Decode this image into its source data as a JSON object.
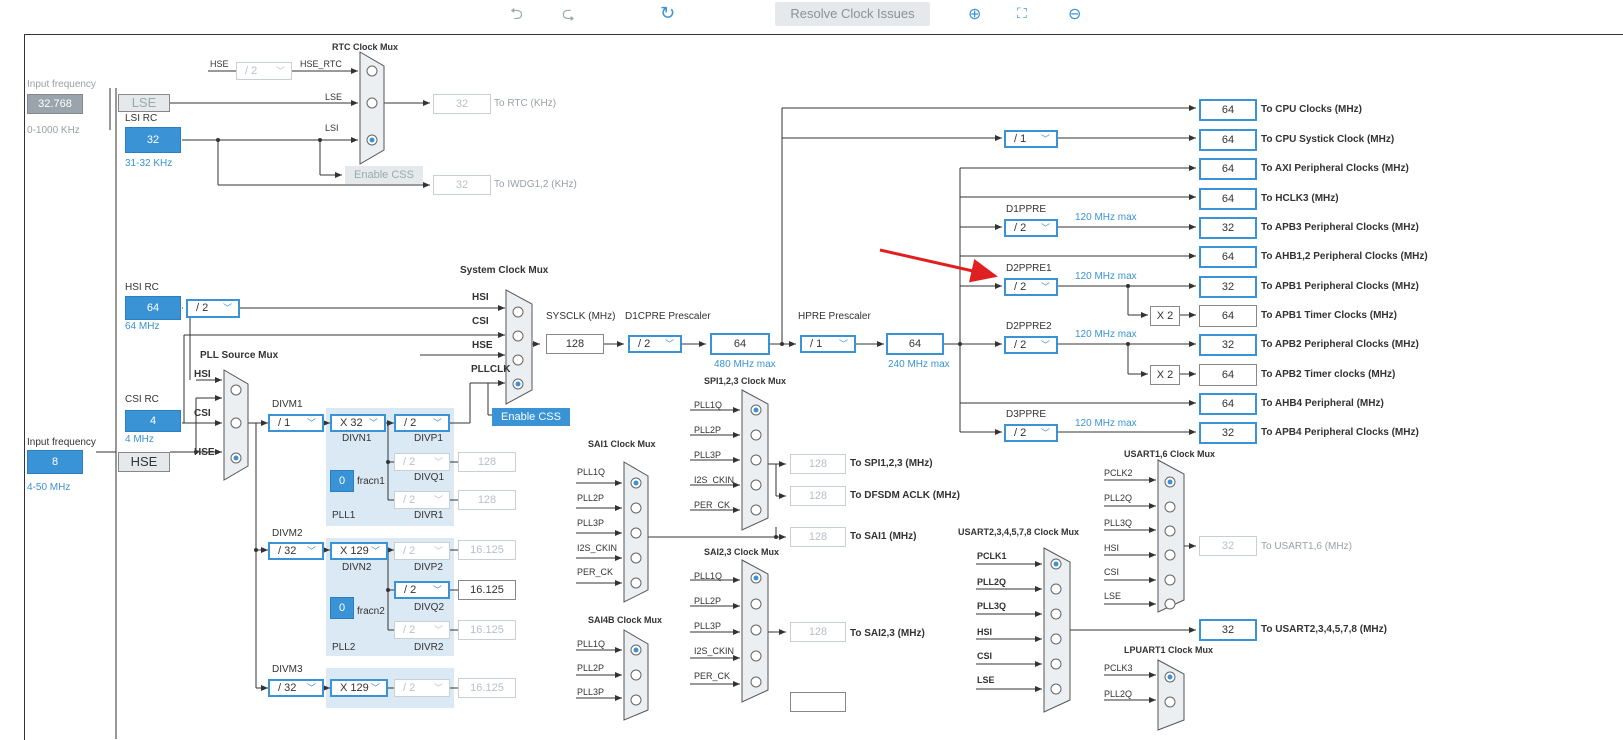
{
  "toolbar": {
    "undo_icon": "undo-icon",
    "redo_icon": "redo-icon",
    "refresh_icon": "refresh-icon",
    "resolve_label": "Resolve Clock Issues",
    "zoom_in_icon": "zoom-in-icon",
    "fit_icon": "fit-icon",
    "zoom_out_icon": "zoom-out-icon"
  },
  "colors": {
    "accent": "#3a93d4",
    "line": "#333333",
    "arrow": "#e02020",
    "pll_bg": "#dbe9f5"
  },
  "sources": {
    "input_freq_label": "Input frequency",
    "lse_freq": "32.768",
    "lse_range": "0-1000 KHz",
    "lse_label": "LSE",
    "lsi_label": "LSI RC",
    "lsi_value": "32",
    "lsi_range": "31-32 KHz",
    "hsi_label": "HSI RC",
    "hsi_value": "64",
    "hsi_range": "64 MHz",
    "hsi_div": "/ 2",
    "csi_label": "CSI RC",
    "csi_value": "4",
    "csi_range": "4 MHz",
    "hse_input_label": "Input frequency",
    "hse_freq": "8",
    "hse_range": "4-50 MHz",
    "hse_label": "HSE"
  },
  "rtc": {
    "title": "RTC Clock Mux",
    "hse": "HSE",
    "hse_div": "/ 2",
    "hse_rtc": "HSE_RTC",
    "lse": "LSE",
    "lsi": "LSI",
    "rtc_value": "32",
    "rtc_out": "To RTC (KHz)",
    "enable_css": "Enable CSS",
    "iwdg_value": "32",
    "iwdg_out": "To IWDG1,2 (KHz)"
  },
  "pll_source": {
    "title": "PLL Source Mux",
    "hsi": "HSI",
    "csi": "CSI",
    "hse": "HSE"
  },
  "pll1": {
    "divm_label": "DIVM1",
    "divm": "/ 1",
    "divn_label": "DIVN1",
    "divn": "X 32",
    "divp_label": "DIVP1",
    "divp": "/ 2",
    "divq_label": "DIVQ1",
    "divq": "/ 2",
    "q_value": "128",
    "divr_label": "DIVR1",
    "divr": "/ 2",
    "r_value": "128",
    "frac_value": "0",
    "frac_label": "fracn1",
    "name": "PLL1"
  },
  "pll2": {
    "divm_label": "DIVM2",
    "divm": "/ 32",
    "divn_label": "DIVN2",
    "divn": "X 129",
    "divp_label": "DIVP2",
    "divp": "/ 2",
    "p_value": "16.125",
    "divq_label": "DIVQ2",
    "divq": "/ 2",
    "q_value": "16.125",
    "divr_label": "DIVR2",
    "divr": "/ 2",
    "r_value": "16.125",
    "frac_value": "0",
    "frac_label": "fracn2",
    "name": "PLL2"
  },
  "pll3": {
    "divm_label": "DIVM3",
    "divm": "/ 32",
    "divn": "X 129",
    "divp": "/ 2",
    "p_value": "16.125"
  },
  "sysmux": {
    "title": "System Clock Mux",
    "hsi": "HSI",
    "csi": "CSI",
    "hse": "HSE",
    "pllclk": "PLLCLK",
    "enable_css": "Enable CSS",
    "sysclk_label": "SYSCLK (MHz)",
    "sysclk_value": "128",
    "d1cpre_label": "D1CPRE Prescaler",
    "d1cpre": "/ 2",
    "cpu_value": "64",
    "cpu_max": "480 MHz max",
    "hpre_label": "HPRE Prescaler",
    "hpre": "/ 1",
    "hclk_value": "64",
    "hclk_max": "240 MHz max"
  },
  "bus": {
    "systick_div": "/ 1",
    "d1ppre_label": "D1PPRE",
    "d1ppre": "/ 2",
    "d1ppre_max": "120 MHz max",
    "d2ppre1_label": "D2PPRE1",
    "d2ppre1": "/ 2",
    "d2ppre1_max": "120 MHz max",
    "d2ppre2_label": "D2PPRE2",
    "d2ppre2": "/ 2",
    "d2ppre2_max": "120 MHz max",
    "d3ppre_label": "D3PPRE",
    "d3ppre": "/ 2",
    "d3ppre_max": "120 MHz max",
    "x2a": "X 2",
    "x2b": "X 2"
  },
  "outputs": [
    {
      "value": "64",
      "label": "To CPU Clocks (MHz)"
    },
    {
      "value": "64",
      "label": "To CPU Systick Clock (MHz)"
    },
    {
      "value": "64",
      "label": "To AXI Peripheral Clocks (MHz)"
    },
    {
      "value": "64",
      "label": "To HCLK3 (MHz)"
    },
    {
      "value": "32",
      "label": "To APB3 Peripheral Clocks (MHz)"
    },
    {
      "value": "64",
      "label": "To AHB1,2 Peripheral Clocks (MHz)"
    },
    {
      "value": "32",
      "label": "To APB1 Peripheral Clocks (MHz)"
    },
    {
      "value": "64",
      "label": "To APB1 Timer Clocks (MHz)"
    },
    {
      "value": "32",
      "label": "To APB2 Peripheral Clocks (MHz)"
    },
    {
      "value": "64",
      "label": "To APB2 Timer clocks (MHz)"
    },
    {
      "value": "64",
      "label": "To AHB4 Peripheral (MHz)"
    },
    {
      "value": "32",
      "label": "To APB4 Peripheral Clocks (MHz)"
    }
  ],
  "spi": {
    "title": "SPI1,2,3 Clock Mux",
    "inputs": [
      "PLL1Q",
      "PLL2P",
      "PLL3P",
      "I2S_CKIN",
      "PER_CK"
    ],
    "spi_value": "128",
    "spi_out": "To SPI1,2,3 (MHz)",
    "dfsdm_value": "128",
    "dfsdm_out": "To DFSDM ACLK (MHz)"
  },
  "sai1": {
    "title": "SAI1 Clock Mux",
    "inputs": [
      "PLL1Q",
      "PLL2P",
      "PLL3P",
      "I2S_CKIN",
      "PER_CK"
    ],
    "value": "128",
    "out": "To SAI1 (MHz)"
  },
  "sai23": {
    "title": "SAI2,3 Clock Mux",
    "inputs": [
      "PLL1Q",
      "PLL2P",
      "PLL3P",
      "I2S_CKIN",
      "PER_CK"
    ],
    "value": "128",
    "out": "To SAI2,3 (MHz)"
  },
  "sai4b": {
    "title": "SAI4B Clock Mux",
    "inputs": [
      "PLL1Q",
      "PLL2P",
      "PLL3P"
    ]
  },
  "usart16": {
    "title": "USART1,6 Clock Mux",
    "inputs": [
      "PCLK2",
      "PLL2Q",
      "PLL3Q",
      "HSI",
      "CSI",
      "LSE"
    ],
    "value": "32",
    "out": "To USART1,6 (MHz)"
  },
  "usart2": {
    "title": "USART2,3,4,5,7,8 Clock Mux",
    "inputs": [
      "PCLK1",
      "PLL2Q",
      "PLL3Q",
      "HSI",
      "CSI",
      "LSE"
    ],
    "value": "32",
    "out": "To USART2,3,4,5,7,8 (MHz)"
  },
  "lpuart": {
    "title": "LPUART1 Clock Mux",
    "inputs": [
      "PCLK3",
      "PLL2Q"
    ]
  }
}
